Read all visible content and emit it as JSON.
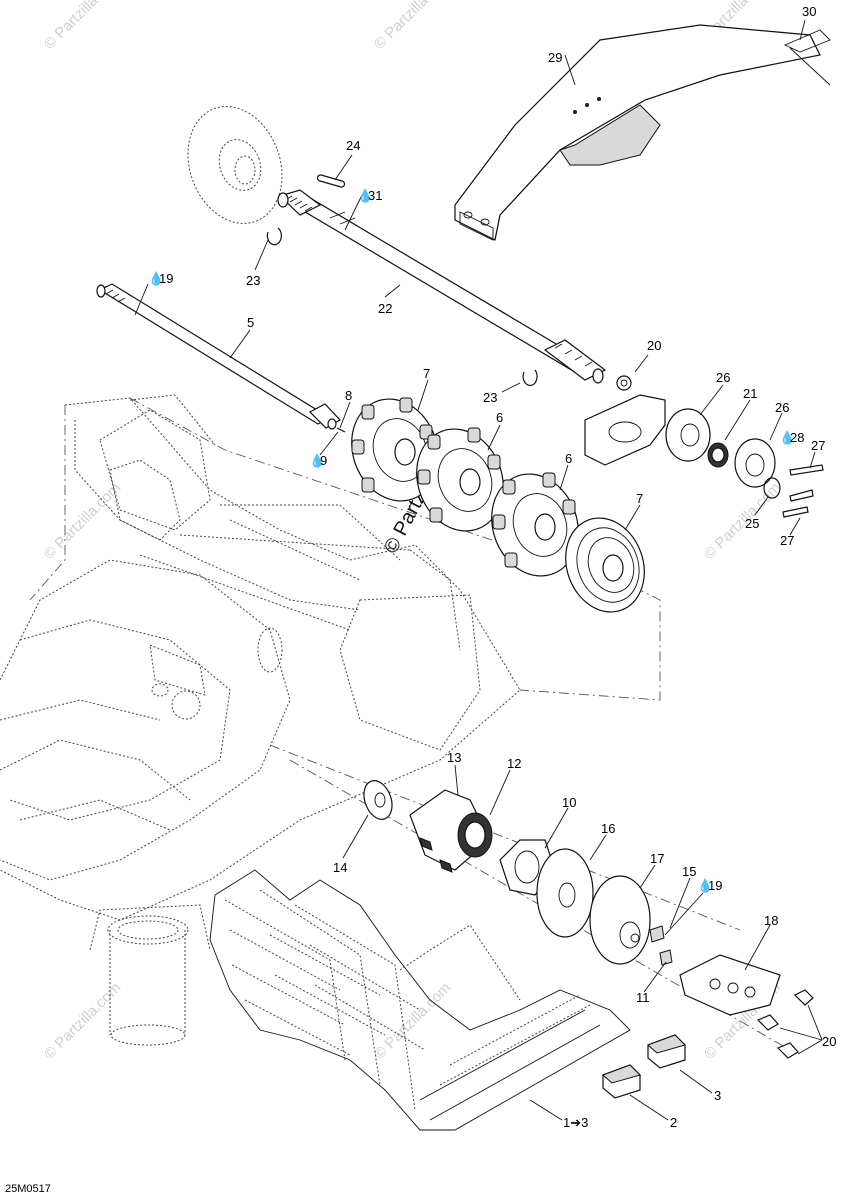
{
  "diagram": {
    "code": "25M0517",
    "watermark": "© Partzilla.com",
    "watermark_main": "© Partzilla.com",
    "callouts": [
      {
        "key": "c30",
        "text": "30"
      },
      {
        "key": "c29",
        "text": "29"
      },
      {
        "key": "c24",
        "text": "24"
      },
      {
        "key": "c31",
        "text": "31",
        "drop": true
      },
      {
        "key": "c23a",
        "text": "23"
      },
      {
        "key": "c19a",
        "text": "19",
        "drop": true
      },
      {
        "key": "c22",
        "text": "22"
      },
      {
        "key": "c5",
        "text": "5"
      },
      {
        "key": "c20a",
        "text": "20"
      },
      {
        "key": "c23b",
        "text": "23"
      },
      {
        "key": "c8",
        "text": "8"
      },
      {
        "key": "c7a",
        "text": "7"
      },
      {
        "key": "c6a",
        "text": "6"
      },
      {
        "key": "c26a",
        "text": "26"
      },
      {
        "key": "c21",
        "text": "21"
      },
      {
        "key": "c26b",
        "text": "26"
      },
      {
        "key": "c9",
        "text": "9",
        "drop": true
      },
      {
        "key": "c28",
        "text": "28",
        "drop": true
      },
      {
        "key": "c27a",
        "text": "27"
      },
      {
        "key": "c6b",
        "text": "6"
      },
      {
        "key": "c7b",
        "text": "7"
      },
      {
        "key": "c25",
        "text": "25"
      },
      {
        "key": "c27b",
        "text": "27"
      },
      {
        "key": "c13",
        "text": "13"
      },
      {
        "key": "c12",
        "text": "12"
      },
      {
        "key": "c10",
        "text": "10"
      },
      {
        "key": "c16",
        "text": "16"
      },
      {
        "key": "c14",
        "text": "14"
      },
      {
        "key": "c17",
        "text": "17"
      },
      {
        "key": "c15",
        "text": "15"
      },
      {
        "key": "c19b",
        "text": "19",
        "drop": true
      },
      {
        "key": "c18",
        "text": "18"
      },
      {
        "key": "c11",
        "text": "11"
      },
      {
        "key": "c20b",
        "text": "20"
      },
      {
        "key": "c3",
        "text": "3"
      },
      {
        "key": "c2",
        "text": "2"
      },
      {
        "key": "c1to3",
        "text": "1➔3"
      }
    ],
    "colors": {
      "line": "#111111",
      "watermark": "#cfcfcf",
      "background": "#ffffff"
    }
  }
}
